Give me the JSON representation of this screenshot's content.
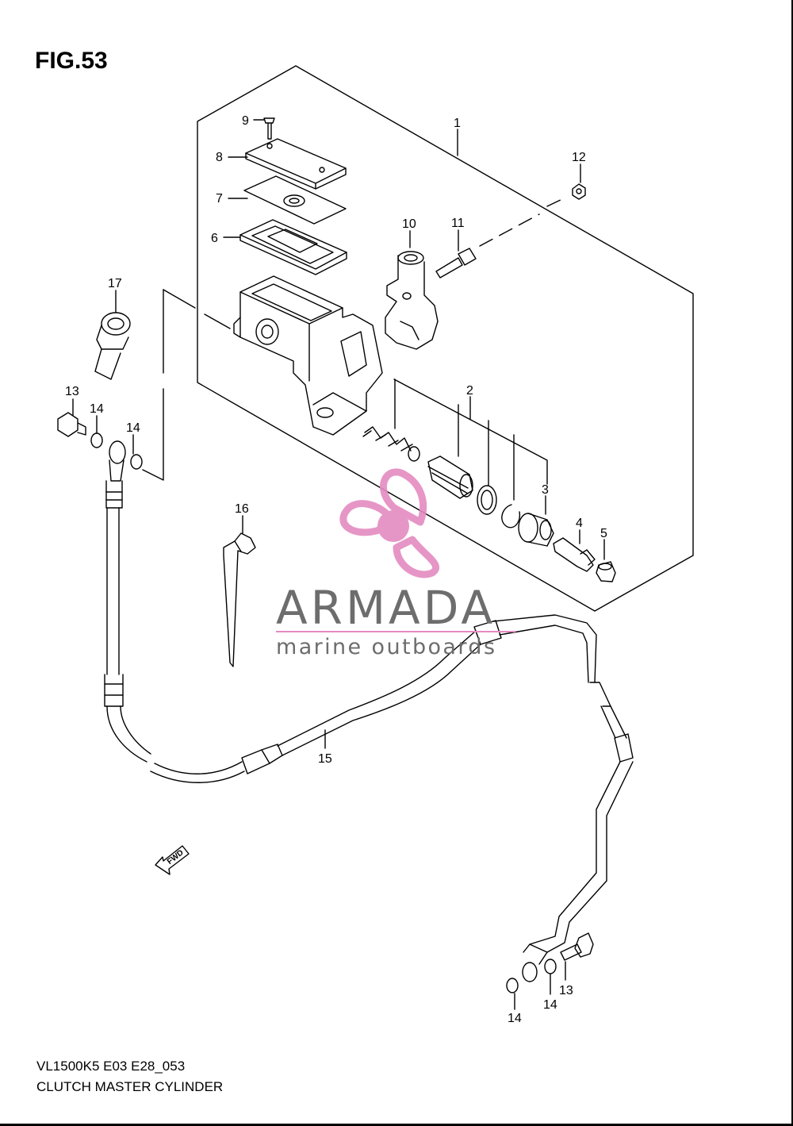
{
  "figure": {
    "title": "FIG.53",
    "model_code": "VL1500K5 E03 E28_053",
    "name": "CLUTCH MASTER CYLINDER"
  },
  "watermark": {
    "brand": "ARMADA",
    "tagline": "marine outboards",
    "logo_color": "#e48bc0",
    "text_color": "#6d6d6d"
  },
  "direction_marker": {
    "label": "FWD"
  },
  "callouts": [
    {
      "id": "c1",
      "label": "1"
    },
    {
      "id": "c2",
      "label": "2"
    },
    {
      "id": "c3",
      "label": "3"
    },
    {
      "id": "c4",
      "label": "4"
    },
    {
      "id": "c5",
      "label": "5"
    },
    {
      "id": "c6",
      "label": "6"
    },
    {
      "id": "c7",
      "label": "7"
    },
    {
      "id": "c8",
      "label": "8"
    },
    {
      "id": "c9",
      "label": "9"
    },
    {
      "id": "c10",
      "label": "10"
    },
    {
      "id": "c11",
      "label": "11"
    },
    {
      "id": "c12",
      "label": "12"
    },
    {
      "id": "c13a",
      "label": "13"
    },
    {
      "id": "c14a",
      "label": "14"
    },
    {
      "id": "c14b",
      "label": "14"
    },
    {
      "id": "c15",
      "label": "15"
    },
    {
      "id": "c16",
      "label": "16"
    },
    {
      "id": "c17",
      "label": "17"
    },
    {
      "id": "c13b",
      "label": "13"
    },
    {
      "id": "c14c",
      "label": "14"
    },
    {
      "id": "c14d",
      "label": "14"
    }
  ]
}
